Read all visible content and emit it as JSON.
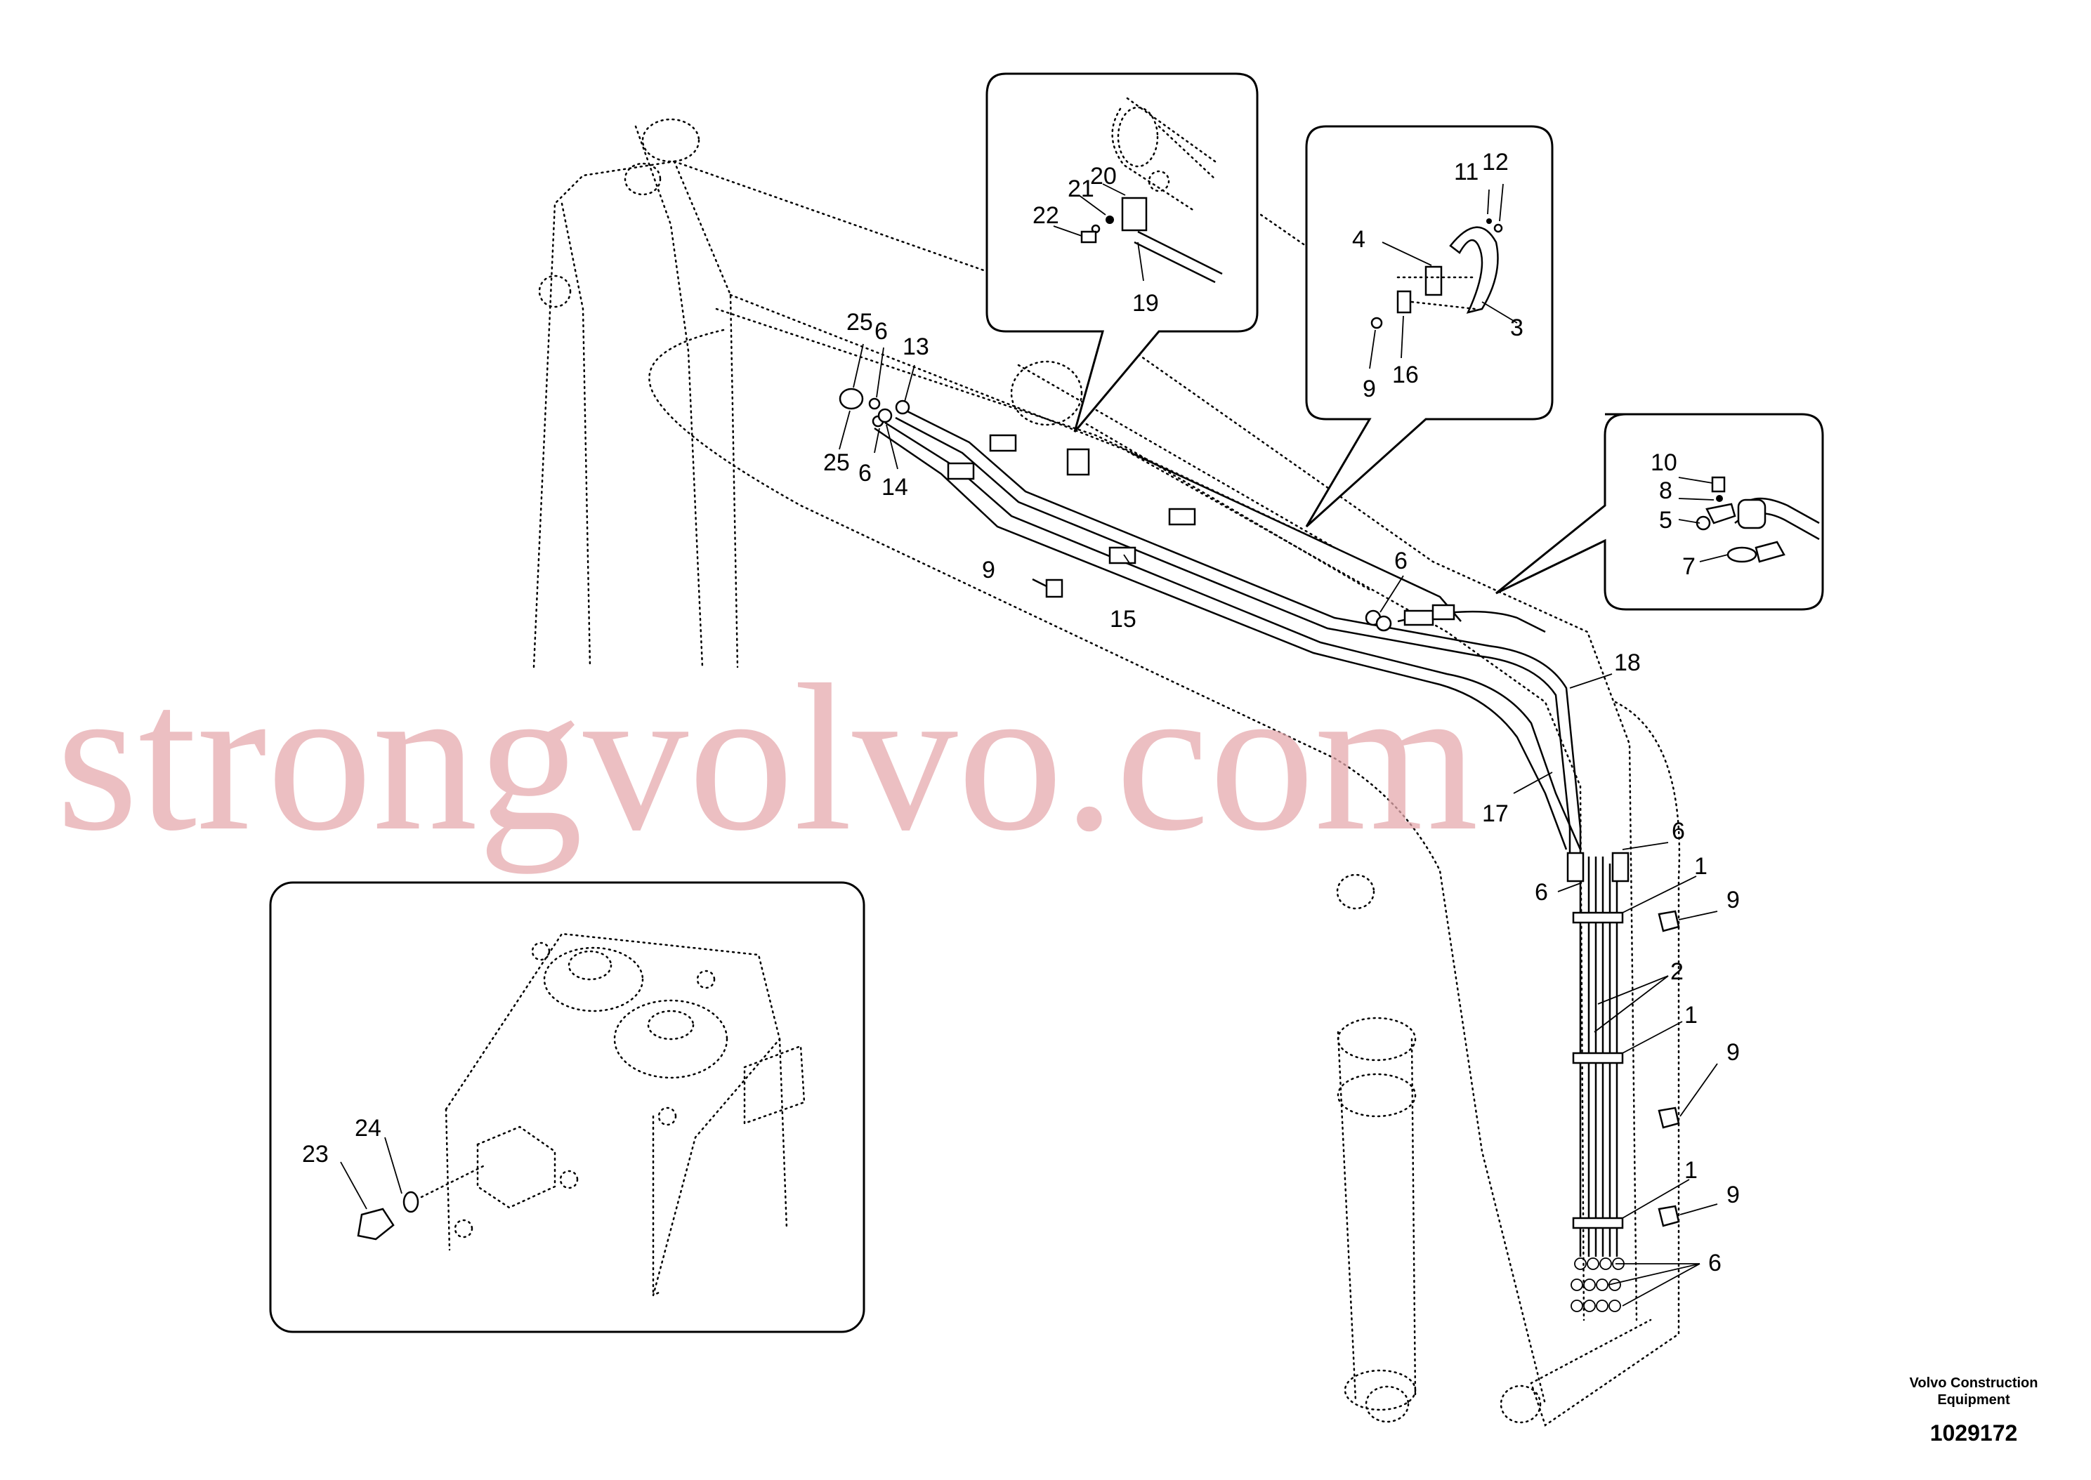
{
  "watermark": "strongvolvo.com",
  "manufacturer_line1": "Volvo Construction",
  "manufacturer_line2": "Equipment",
  "drawing_number": "1029172",
  "callouts": {
    "c1a": "1",
    "c1b": "1",
    "c1c": "1",
    "c2": "2",
    "c3": "3",
    "c4": "4",
    "c5": "5",
    "c6a": "6",
    "c6b": "6",
    "c6c": "6",
    "c6d": "6",
    "c6e": "6",
    "c6f": "6",
    "c7": "7",
    "c8": "8",
    "c9a": "9",
    "c9b": "9",
    "c9c": "9",
    "c9d": "9",
    "c9e": "9",
    "c10": "10",
    "c11": "11",
    "c12": "12",
    "c13": "13",
    "c14": "14",
    "c15": "15",
    "c16": "16",
    "c17": "17",
    "c18": "18",
    "c19": "19",
    "c20": "20",
    "c21": "21",
    "c22": "22",
    "c23": "23",
    "c24": "24",
    "c25a": "25",
    "c25b": "25"
  }
}
